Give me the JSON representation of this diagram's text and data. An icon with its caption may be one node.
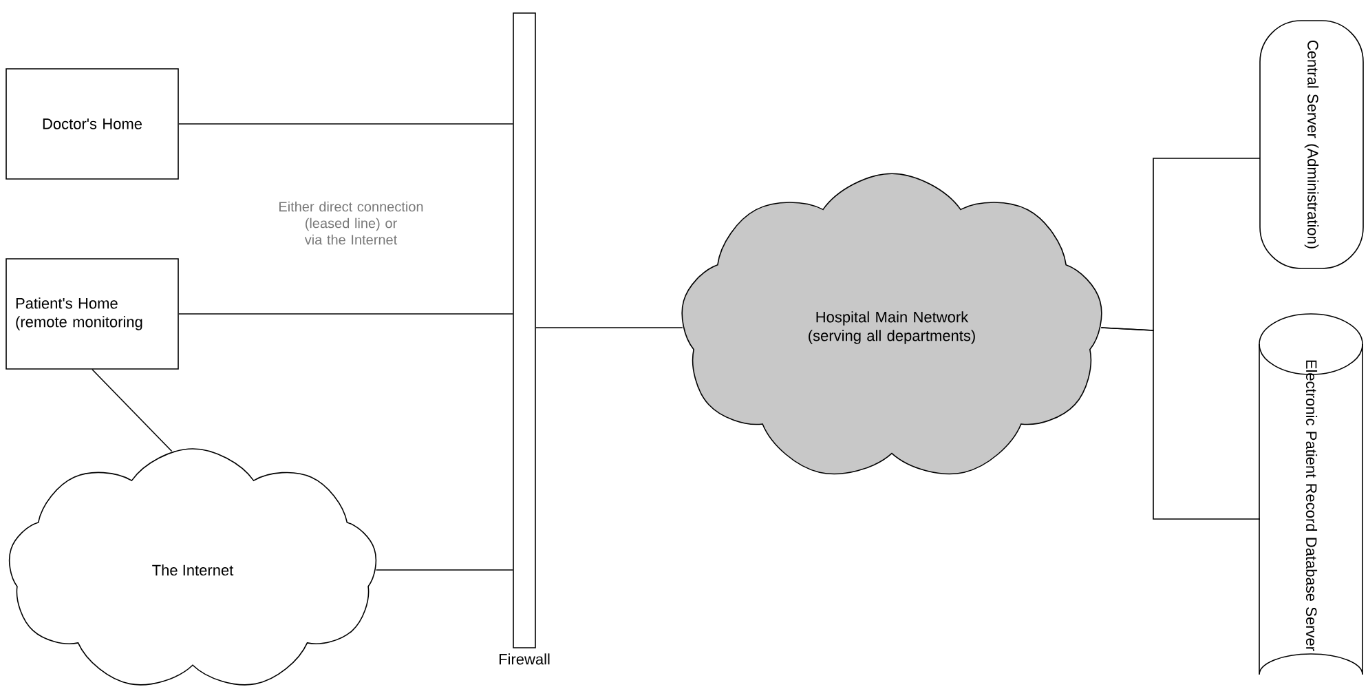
{
  "diagram": {
    "nodes": [
      {
        "text": [
          "Doctor's Home"
        ]
      },
      {
        "text": [
          "Patient's Home (remote monitoring"
        ]
      },
      {
        "text": [
          "The Internet"
        ]
      },
      {
        "text": [
          "Firewall"
        ]
      },
      {
        "text": [
          "Hospital Main Network (serving all departments)"
        ]
      },
      {
        "text": [
          "Central Server (Administration)"
        ]
      },
      {
        "text": [
          "Electronic Patient Record Database Server"
        ]
      }
    ],
    "edges": [
      {
        "from": 0,
        "to": 3,
        "arrow": "none"
      },
      {
        "from": 1,
        "to": 3,
        "arrow": "none"
      },
      {
        "from": 1,
        "to": 2,
        "arrow": "none"
      },
      {
        "from": 2,
        "to": 3,
        "arrow": "none"
      },
      {
        "from": 3,
        "to": 4,
        "arrow": "none"
      },
      {
        "from": 4,
        "to": 5,
        "arrow": "none"
      },
      {
        "from": 4,
        "to": 6,
        "arrow": "none"
      }
    ],
    "labels": [
      "Either direct connection (leased line) or via the Internet"
    ]
  }
}
